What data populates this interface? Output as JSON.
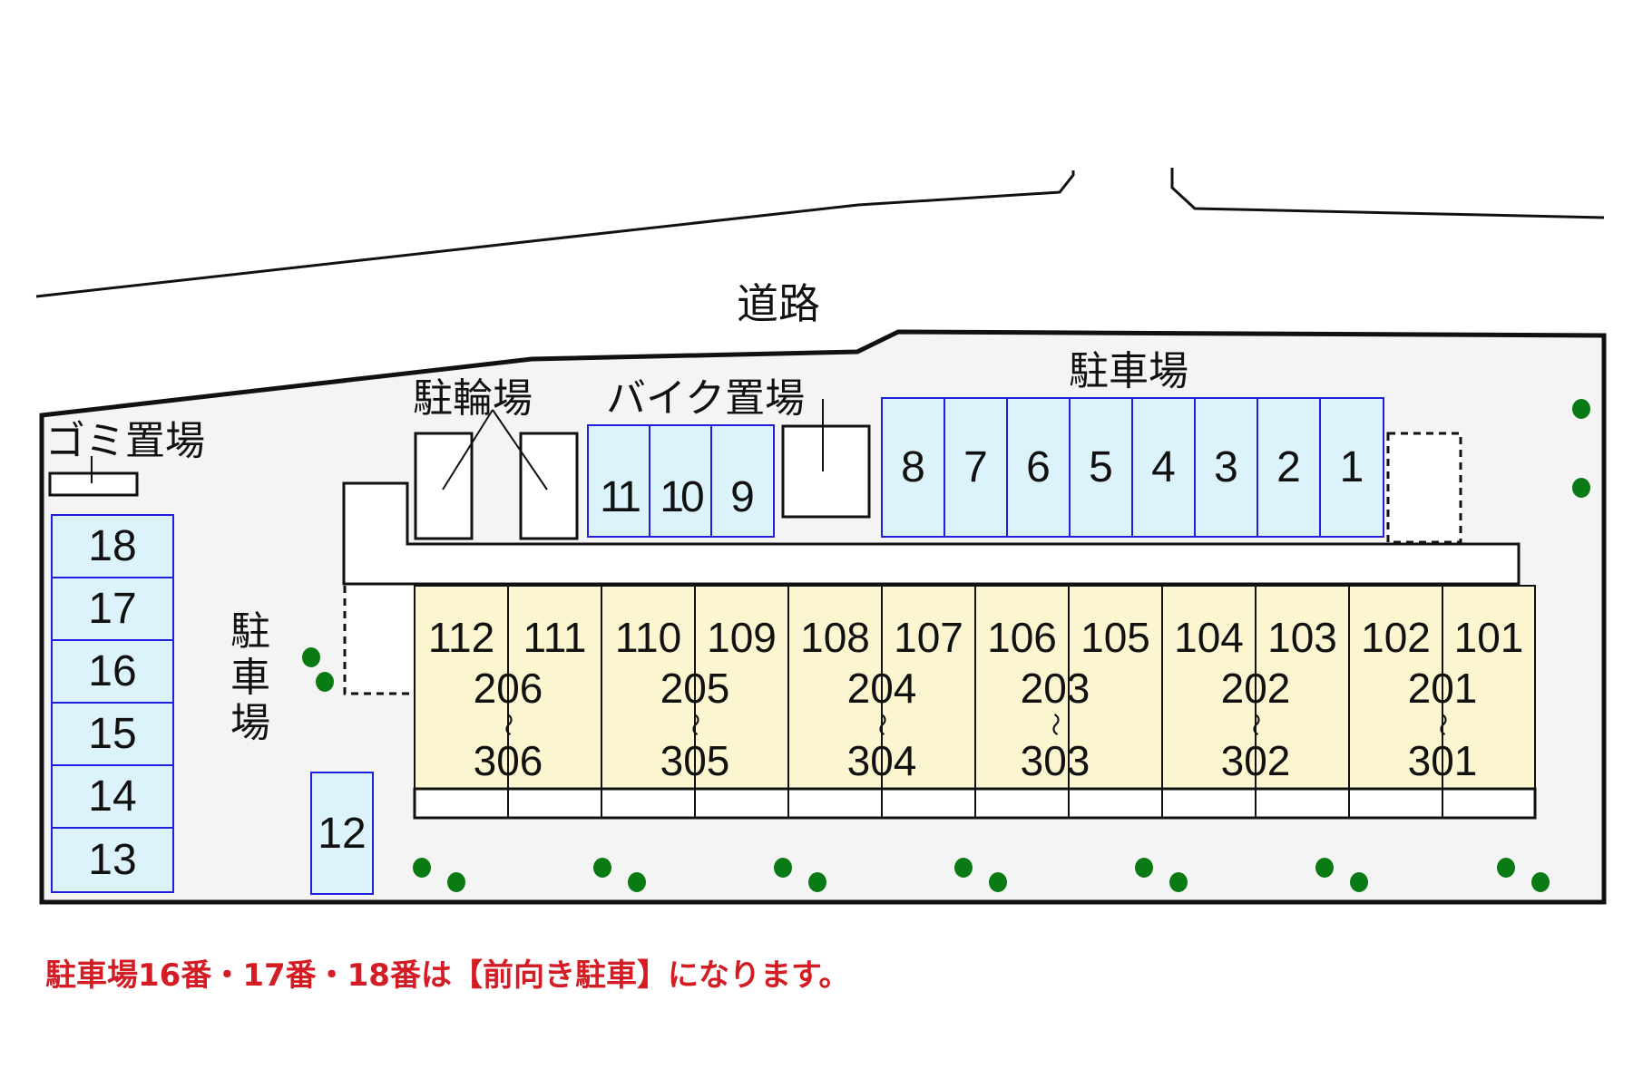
{
  "labels": {
    "road": "道路",
    "garbage": "ゴミ置場",
    "bicycle_parking": "駐輪場",
    "bike_parking": "バイク置場",
    "parking_top": "駐車場",
    "parking_left_vertical": [
      "駐",
      "車",
      "場"
    ]
  },
  "parking_spots": {
    "top_row": [
      "8",
      "7",
      "6",
      "5",
      "4",
      "3",
      "2",
      "1"
    ],
    "bike_row": [
      "11",
      "10",
      "9"
    ],
    "left_column": [
      "18",
      "17",
      "16",
      "15",
      "14",
      "13"
    ],
    "single": "12"
  },
  "building": {
    "ground_units": [
      "112",
      "111",
      "110",
      "109",
      "108",
      "107",
      "106",
      "105",
      "104",
      "103",
      "102",
      "101"
    ],
    "upper_stacks": [
      {
        "from": "206",
        "to": "306"
      },
      {
        "from": "205",
        "to": "305"
      },
      {
        "from": "204",
        "to": "304"
      },
      {
        "from": "203",
        "to": "303"
      },
      {
        "from": "202",
        "to": "302"
      },
      {
        "from": "201",
        "to": "301"
      }
    ],
    "range_mark": "〜"
  },
  "note": "駐車場16番・17番・18番は【前向き駐車】になります。",
  "colors": {
    "spot_fill": "#ddf3fc",
    "spot_border": "#1f1fe0",
    "building_fill": "#fbf6d0",
    "site_fill": "#f4f4f4",
    "tree": "#0a7a14",
    "note_text": "#d41c24"
  }
}
